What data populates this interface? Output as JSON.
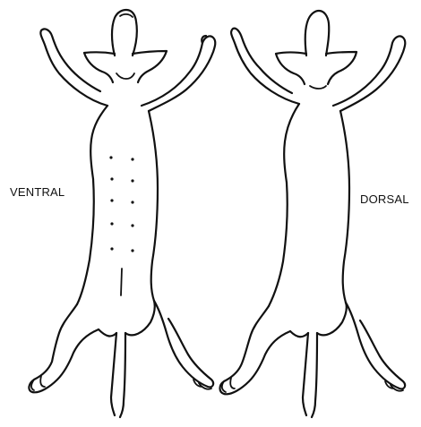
{
  "labels": {
    "ventral": "VENTRAL",
    "dorsal": "DORSAL"
  },
  "colors": {
    "line": "#111111",
    "background": "#ffffff"
  },
  "ventral_view": {
    "injection_site_dots": 10
  }
}
